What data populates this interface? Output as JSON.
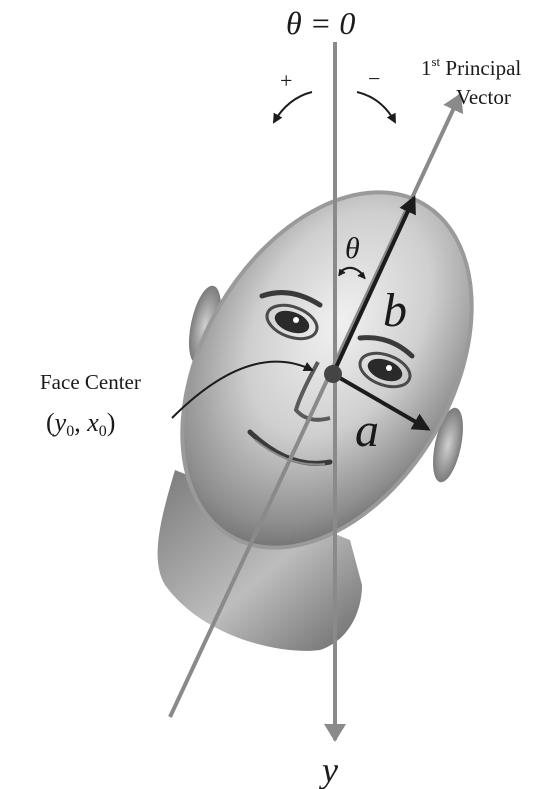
{
  "labels": {
    "theta_zero": "θ = 0",
    "principal_prefix": "1",
    "principal_sup": "st",
    "principal_rest": " Principal",
    "principal_line2": "Vector",
    "plus": "+",
    "minus": "−",
    "theta": "θ",
    "b": "b",
    "a": "a",
    "face_center": "Face Center",
    "center_coords": "(y0, x0)",
    "center_open": "(",
    "center_y": "y",
    "center_y_sub": "0",
    "center_comma": ", ",
    "center_x": "x",
    "center_x_sub": "0",
    "center_close": ")",
    "y_axis": "y"
  },
  "colors": {
    "axis": "#8a8a8a",
    "ellipse": "#9a9a9a",
    "vector": "#1c1c1c",
    "skin_light": "#e6e6e6",
    "skin_dark": "#6e6e6e"
  }
}
